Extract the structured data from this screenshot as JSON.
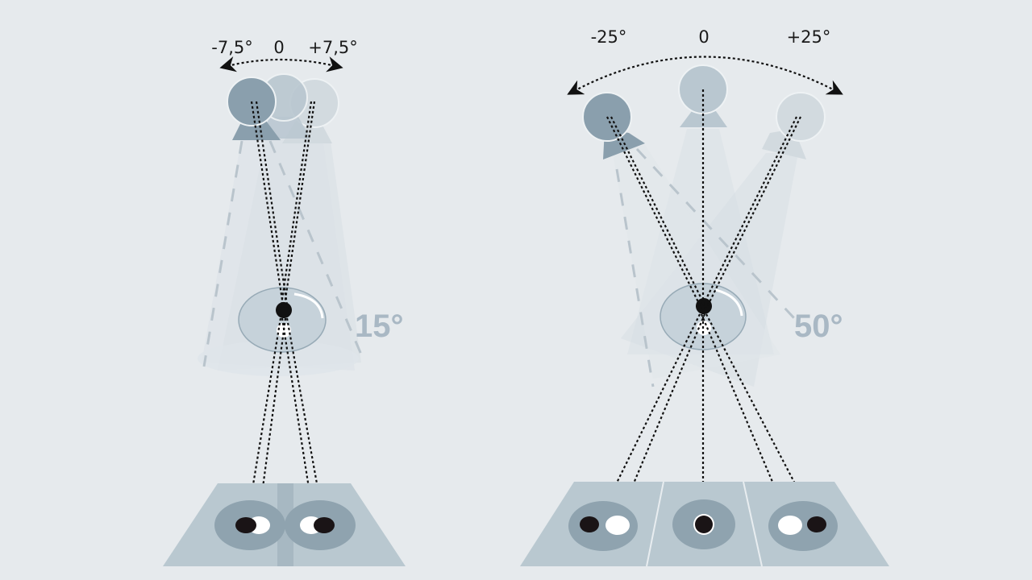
{
  "diagram": {
    "left_panel": {
      "angle_labels": [
        "-7,5°",
        "0",
        "+7,5°"
      ],
      "field_angle": "15°"
    },
    "right_panel": {
      "angle_labels": [
        "-25°",
        "0",
        "+25°"
      ],
      "field_angle": "50°"
    },
    "colors": {
      "background": "#e6eaed",
      "head_dark": "#8a9fad",
      "head_mid": "#b9c7d0",
      "head_light": "#d2dadf",
      "plate": "#b9c8d0",
      "plate_circle": "#8fa3af",
      "angle_text": "#a9b8c4",
      "pupil": "#111111"
    }
  }
}
